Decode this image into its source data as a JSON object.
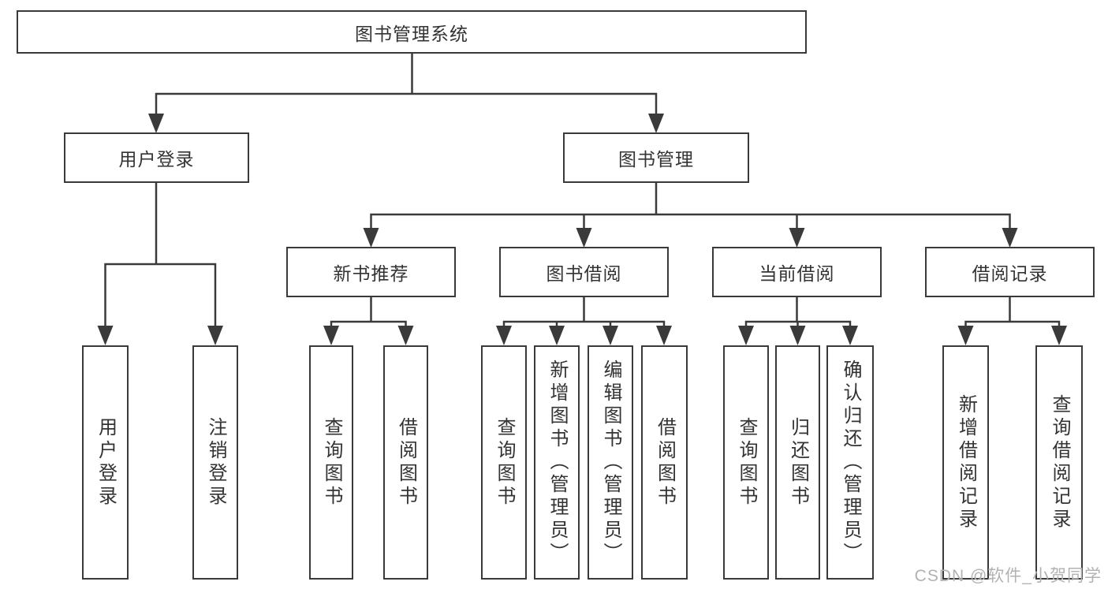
{
  "diagram": {
    "root": {
      "label": "图书管理系统"
    },
    "level2": [
      {
        "label": "用户登录"
      },
      {
        "label": "图书管理"
      }
    ],
    "level3": [
      {
        "label": "新书推荐",
        "parent": "图书管理"
      },
      {
        "label": "图书借阅",
        "parent": "图书管理"
      },
      {
        "label": "当前借阅",
        "parent": "图书管理"
      },
      {
        "label": "借阅记录",
        "parent": "图书管理"
      }
    ],
    "leaves": [
      {
        "label": "用户登录",
        "parent": "用户登录"
      },
      {
        "label": "注销登录",
        "parent": "用户登录"
      },
      {
        "label": "查询图书",
        "parent": "新书推荐"
      },
      {
        "label": "借阅图书",
        "parent": "新书推荐"
      },
      {
        "label": "查询图书",
        "parent": "图书借阅"
      },
      {
        "label": "新增图书（管理员）",
        "parent": "图书借阅"
      },
      {
        "label": "编辑图书（管理员）",
        "parent": "图书借阅"
      },
      {
        "label": "借阅图书",
        "parent": "图书借阅"
      },
      {
        "label": "查询图书",
        "parent": "当前借阅"
      },
      {
        "label": "归还图书",
        "parent": "当前借阅"
      },
      {
        "label": "确认归还（管理员）",
        "parent": "当前借阅"
      },
      {
        "label": "新增借阅记录",
        "parent": "借阅记录"
      },
      {
        "label": "查询借阅记录",
        "parent": "借阅记录"
      }
    ],
    "watermark": "CSDN @软件_小贺同学",
    "colors": {
      "line": "#3a3a3a",
      "text": "#333333",
      "background": "#ffffff",
      "watermark": "#b2b2b2"
    }
  }
}
